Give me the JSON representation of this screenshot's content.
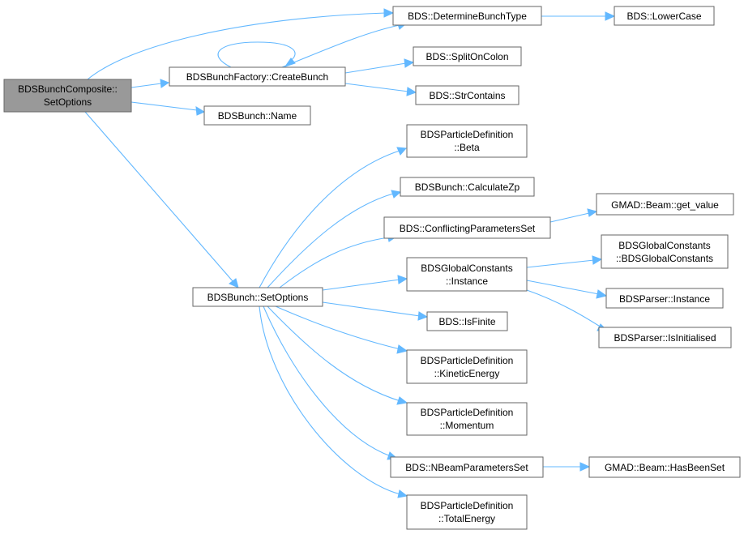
{
  "nodes": {
    "root": [
      "BDSBunchComposite::",
      "SetOptions"
    ],
    "determine_bunch_type": [
      "BDS::DetermineBunchType"
    ],
    "lower_case": [
      "BDS::LowerCase"
    ],
    "create_bunch": [
      "BDSBunchFactory::CreateBunch"
    ],
    "split_on_colon": [
      "BDS::SplitOnColon"
    ],
    "str_contains": [
      "BDS::StrContains"
    ],
    "bunch_name": [
      "BDSBunch::Name"
    ],
    "beta": [
      "BDSParticleDefinition",
      "::Beta"
    ],
    "calculate_zp": [
      "BDSBunch::CalculateZp"
    ],
    "conflicting_params": [
      "BDS::ConflictingParametersSet"
    ],
    "get_value": [
      "GMAD::Beam::get_value"
    ],
    "gc_instance": [
      "BDSGlobalConstants",
      "::Instance"
    ],
    "gc_ctor": [
      "BDSGlobalConstants",
      "::BDSGlobalConstants"
    ],
    "parser_instance": [
      "BDSParser::Instance"
    ],
    "parser_initialised": [
      "BDSParser::IsInitialised"
    ],
    "bunch_set_options": [
      "BDSBunch::SetOptions"
    ],
    "is_finite": [
      "BDS::IsFinite"
    ],
    "kinetic_energy": [
      "BDSParticleDefinition",
      "::KineticEnergy"
    ],
    "momentum": [
      "BDSParticleDefinition",
      "::Momentum"
    ],
    "n_beam_params": [
      "BDS::NBeamParametersSet"
    ],
    "has_been_set": [
      "GMAD::Beam::HasBeenSet"
    ],
    "total_energy": [
      "BDSParticleDefinition",
      "::TotalEnergy"
    ]
  },
  "edges": [
    [
      "root",
      "determine_bunch_type"
    ],
    [
      "root",
      "create_bunch"
    ],
    [
      "root",
      "bunch_name"
    ],
    [
      "root",
      "bunch_set_options"
    ],
    [
      "determine_bunch_type",
      "lower_case"
    ],
    [
      "create_bunch",
      "create_bunch"
    ],
    [
      "create_bunch",
      "determine_bunch_type"
    ],
    [
      "create_bunch",
      "split_on_colon"
    ],
    [
      "create_bunch",
      "str_contains"
    ],
    [
      "bunch_set_options",
      "beta"
    ],
    [
      "bunch_set_options",
      "calculate_zp"
    ],
    [
      "bunch_set_options",
      "conflicting_params"
    ],
    [
      "bunch_set_options",
      "gc_instance"
    ],
    [
      "bunch_set_options",
      "is_finite"
    ],
    [
      "bunch_set_options",
      "kinetic_energy"
    ],
    [
      "bunch_set_options",
      "momentum"
    ],
    [
      "bunch_set_options",
      "n_beam_params"
    ],
    [
      "bunch_set_options",
      "total_energy"
    ],
    [
      "conflicting_params",
      "get_value"
    ],
    [
      "gc_instance",
      "gc_ctor"
    ],
    [
      "gc_instance",
      "parser_instance"
    ],
    [
      "gc_instance",
      "parser_initialised"
    ],
    [
      "n_beam_params",
      "has_been_set"
    ]
  ],
  "colors": {
    "edge": "#63b8ff",
    "node_border": "#666666",
    "root_fill": "#999999",
    "node_fill": "#ffffff"
  }
}
